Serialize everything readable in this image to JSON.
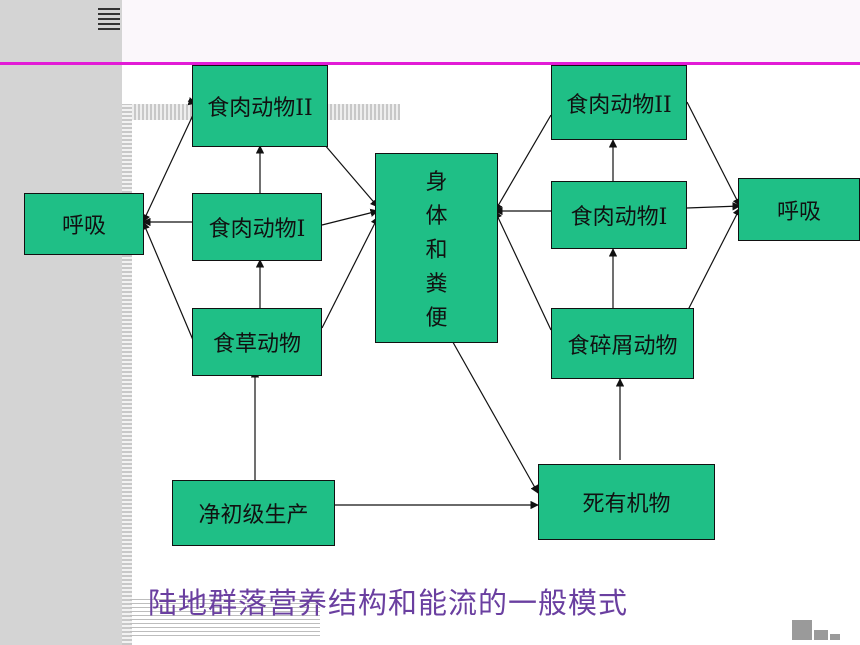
{
  "nodes": {
    "carnivore_2_left": "食肉动物II",
    "respiration_left": "呼吸",
    "carnivore_1_left": "食肉动物I",
    "herbivore": "食草动物",
    "net_primary_production": "净初级生产",
    "body_and_feces": [
      "身",
      "体",
      "和",
      "粪",
      "便"
    ],
    "carnivore_2_right": "食肉动物II",
    "carnivore_1_right": "食肉动物I",
    "detritivore": "食碎屑动物",
    "respiration_right": "呼吸",
    "dead_organic_matter": "死有机物"
  },
  "caption": "陆地群落营养结构和能流的一般模式",
  "colors": {
    "node_fill": "#1fbf86",
    "accent_rule": "#e21bd6",
    "caption_color": "#6a3fa0"
  }
}
